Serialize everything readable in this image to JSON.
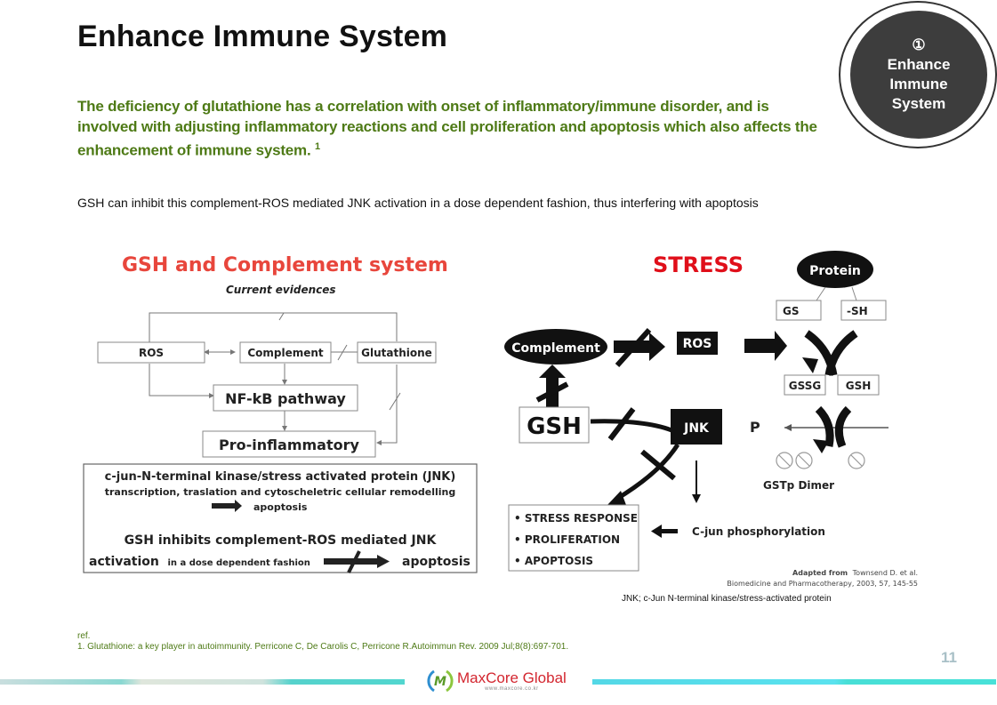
{
  "slide": {
    "title": "Enhance Immune System",
    "page_number": "11"
  },
  "badge": {
    "number": "①",
    "line1": "Enhance",
    "line2": "Immune",
    "line3": "System"
  },
  "intro": {
    "text": "The deficiency of glutathione has a correlation with onset of inflammatory/immune disorder, and is involved with adjusting inflammatory reactions and cell proliferation and apoptosis which also affects the enhancement of immune system.",
    "ref_marker": "1"
  },
  "summary": "GSH can inhibit this complement-ROS mediated JNK activation in a dose dependent fashion, thus interfering with apoptosis",
  "figure_left": {
    "title": "GSH and Complement system",
    "subtitle": "Current evidences",
    "nodes": {
      "ros": "ROS",
      "complement": "Complement",
      "glutathione": "Glutathione",
      "nfkb": "NF-kB pathway",
      "proinflammatory": "Pro-inflammatory"
    },
    "jnk_box": {
      "line1": "c-jun-N-terminal kinase/stress activated protein (JNK)",
      "line2": "transcription, traslation and cytoscheletric cellular remodelling",
      "line3": "apoptosis",
      "line4": "GSH inhibits complement-ROS mediated JNK",
      "line5a": "activation",
      "line5b": "in a dose dependent fashion",
      "line5c": "apoptosis"
    }
  },
  "figure_right": {
    "title": "STRESS",
    "protein": "Protein",
    "gs": "GS",
    "sh": "-SH",
    "complement": "Complement",
    "ros": "ROS",
    "gssg": "GSSG",
    "gsh_small": "GSH",
    "gsh": "GSH",
    "jnk": "JNK",
    "p": "P",
    "gstp": "GSTp Dimer",
    "outcomes": [
      "• STRESS RESPONSE",
      "• PROLIFERATION",
      "• APOPTOSIS"
    ],
    "cjun": "C-jun phosphorylation",
    "credit_bold": "Adapted from",
    "credit_rest": "Townsend D. et al.",
    "credit_line2": "Biomedicine and Pharmacotherapy, 2003, 57, 145-55"
  },
  "note": "JNK; c-Jun N-terminal kinase/stress-activated protein",
  "references": {
    "heading": "ref.",
    "items": [
      "1. Glutathione: a key player in autoimmunity. Perricone C, De Carolis C, Perricone R.Autoimmun Rev. 2009 Jul;8(8):697-701."
    ]
  },
  "footer": {
    "brand": "MaxCore Global",
    "url": "www.maxcore.co.kr",
    "brand_color": "#d3262f",
    "accent_color": "#54d8e6"
  },
  "colors": {
    "intro_green": "#4e7a16",
    "figure_red": "#e8463c",
    "badge_dark": "#3d3d3d"
  }
}
